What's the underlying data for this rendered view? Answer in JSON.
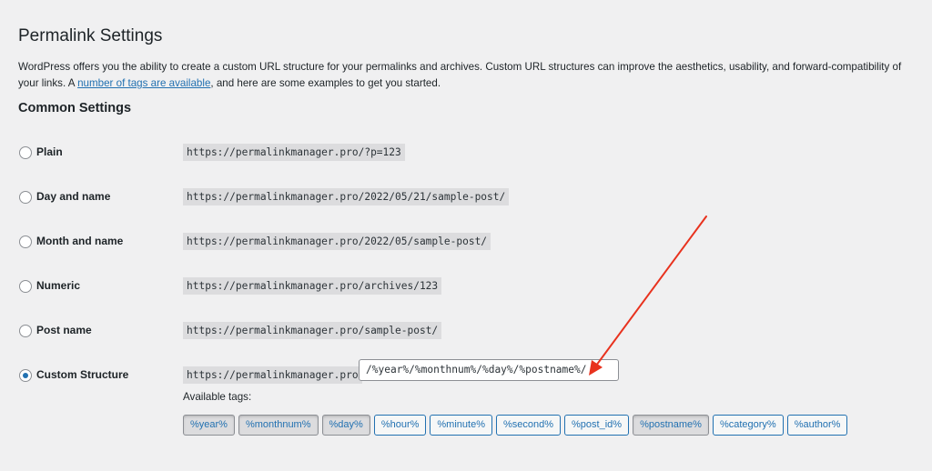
{
  "page": {
    "title": "Permalink Settings",
    "intro_before": "WordPress offers you the ability to create a custom URL structure for your permalinks and archives. Custom URL structures can improve the aesthetics, usability, and forward-compatibility of your links. A ",
    "intro_link": "number of tags are available",
    "intro_after": ", and here are some examples to get you started."
  },
  "common_settings": {
    "title": "Common Settings",
    "options": [
      {
        "label": "Plain",
        "example": "https://permalinkmanager.pro/?p=123",
        "checked": false
      },
      {
        "label": "Day and name",
        "example": "https://permalinkmanager.pro/2022/05/21/sample-post/",
        "checked": false
      },
      {
        "label": "Month and name",
        "example": "https://permalinkmanager.pro/2022/05/sample-post/",
        "checked": false
      },
      {
        "label": "Numeric",
        "example": "https://permalinkmanager.pro/archives/123",
        "checked": false
      },
      {
        "label": "Post name",
        "example": "https://permalinkmanager.pro/sample-post/",
        "checked": false
      },
      {
        "label": "Custom Structure",
        "example": "https://permalinkmanager.pro",
        "checked": true
      }
    ],
    "custom_structure_value": "/%year%/%monthnum%/%day%/%postname%/"
  },
  "available_tags": {
    "label": "Available tags:",
    "tags": [
      {
        "label": "%year%",
        "active": true
      },
      {
        "label": "%monthnum%",
        "active": true
      },
      {
        "label": "%day%",
        "active": true
      },
      {
        "label": "%hour%",
        "active": false
      },
      {
        "label": "%minute%",
        "active": false
      },
      {
        "label": "%second%",
        "active": false
      },
      {
        "label": "%post_id%",
        "active": false
      },
      {
        "label": "%postname%",
        "active": true
      },
      {
        "label": "%category%",
        "active": false
      },
      {
        "label": "%author%",
        "active": false
      }
    ]
  },
  "colors": {
    "background": "#f0f0f1",
    "link": "#2271b1",
    "code_bg": "#dcdcde",
    "annotation_arrow": "#e8321e"
  }
}
